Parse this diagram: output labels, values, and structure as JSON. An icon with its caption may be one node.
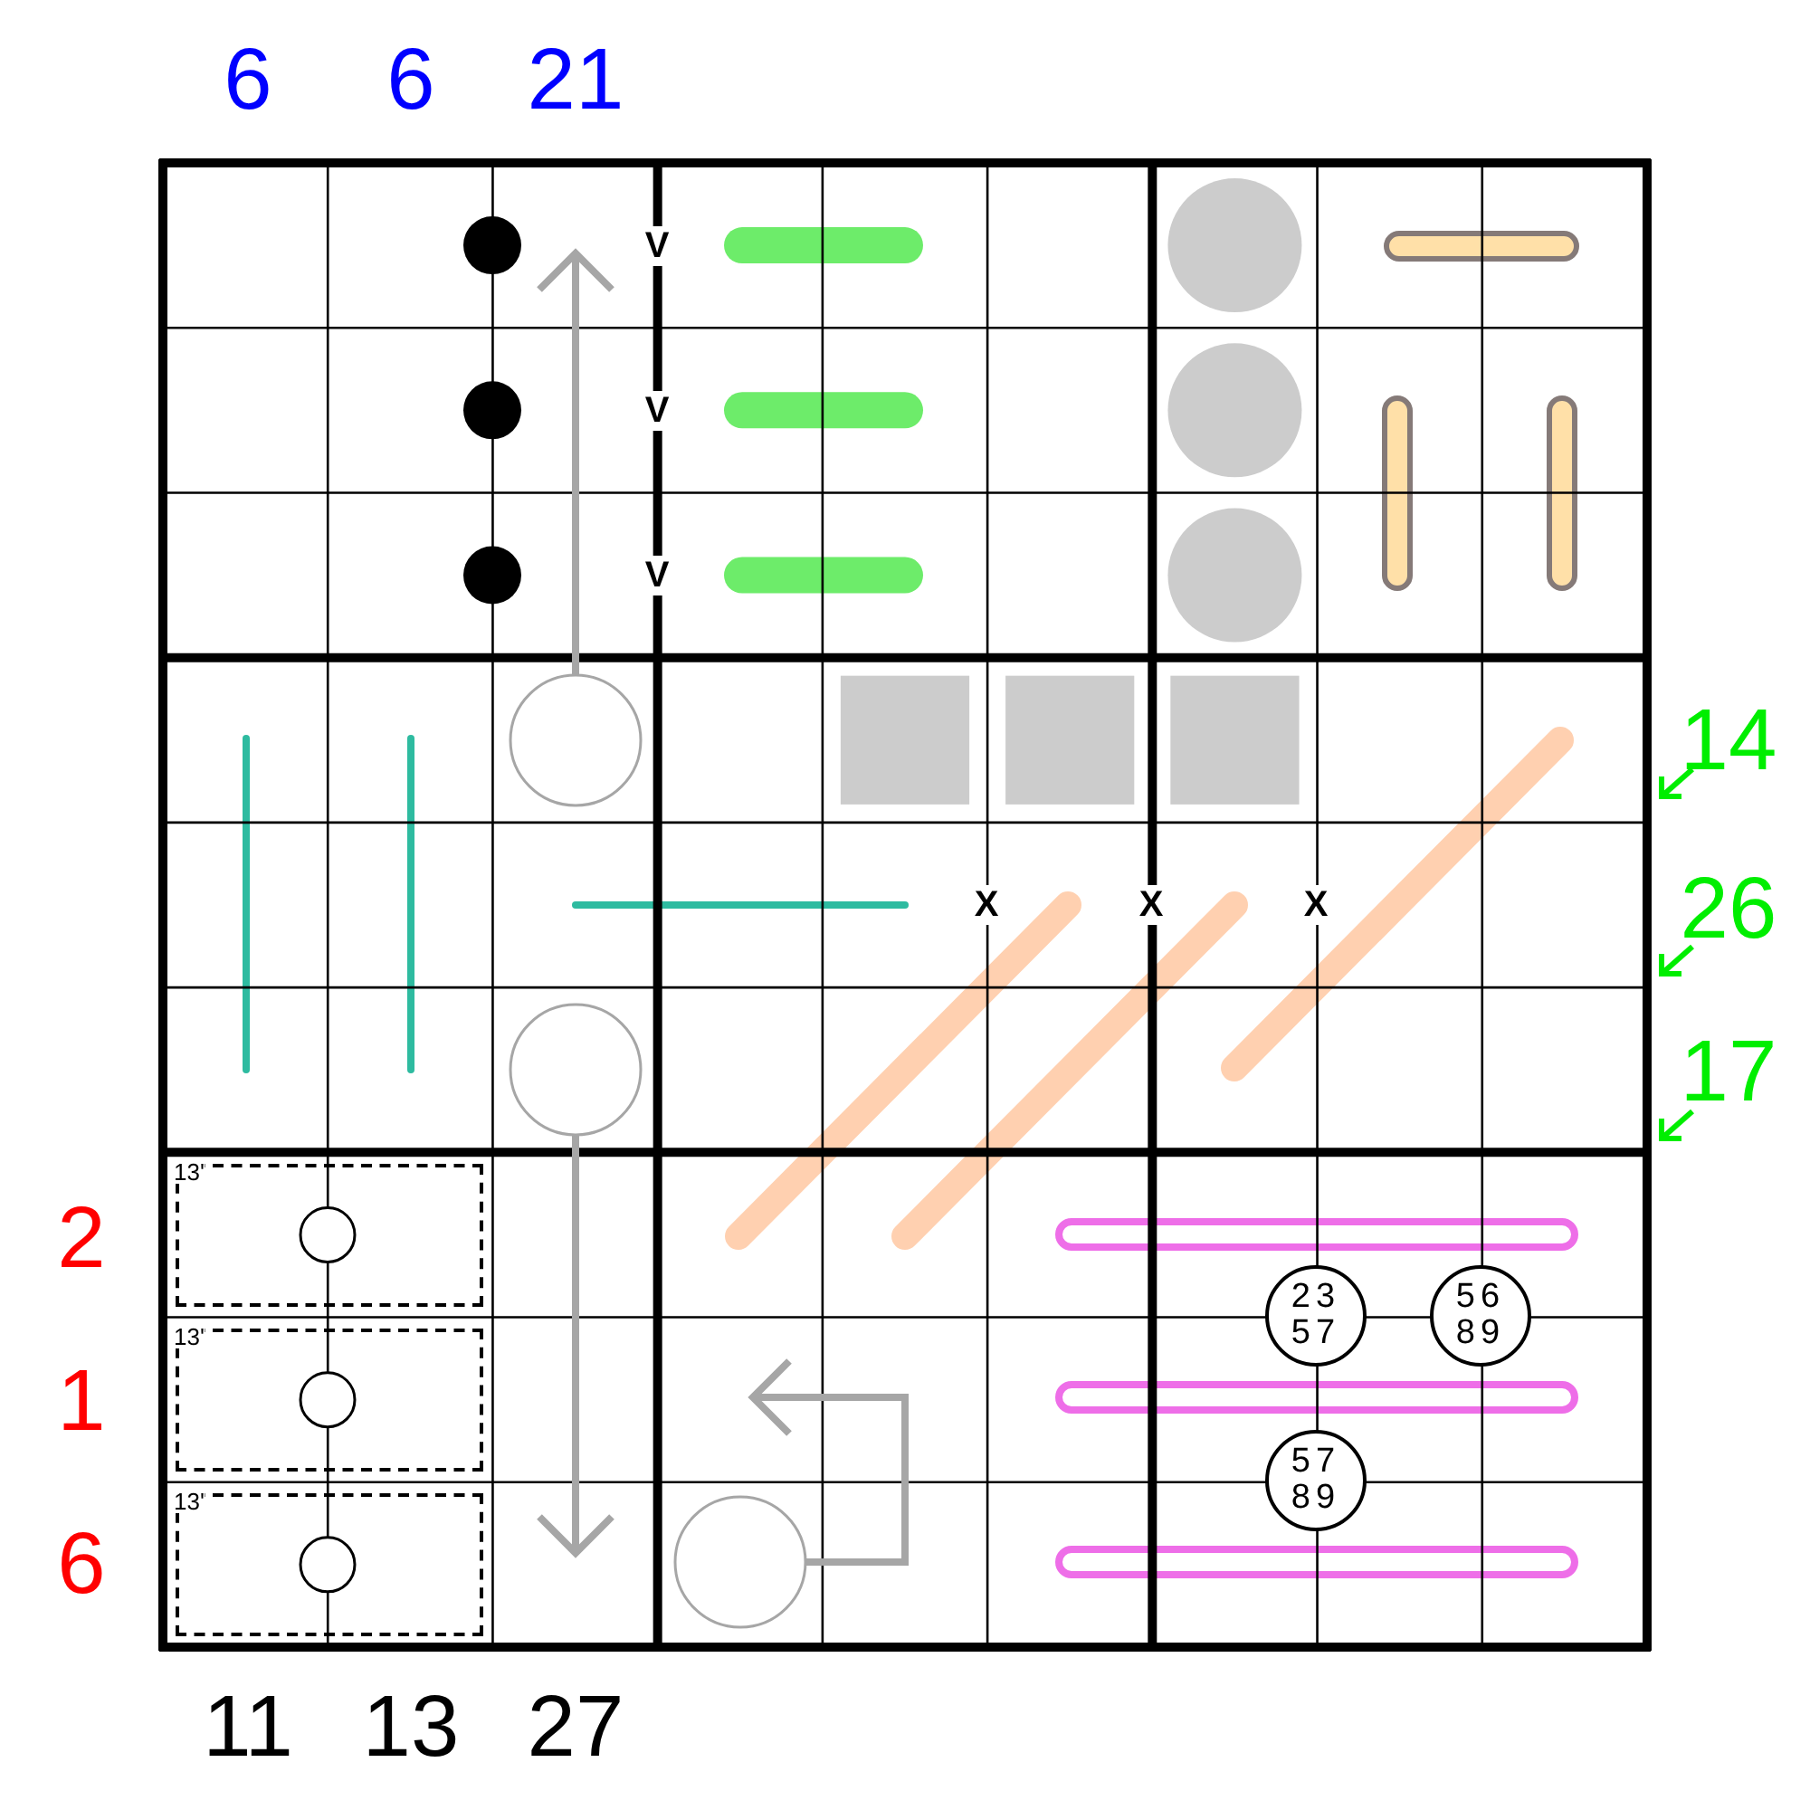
{
  "diagram": {
    "nodes": [
      {
        "text": [
          "13'"
        ]
      },
      {
        "text": [
          "23 57"
        ]
      },
      {
        "text": [
          "56 89"
        ]
      },
      {
        "text": [
          "13'"
        ]
      },
      {
        "text": [
          "57 89"
        ]
      },
      {
        "text": [
          "13'"
        ]
      }
    ],
    "labels": [
      "6",
      "6",
      "21",
      "V",
      "V",
      "V",
      "14",
      "X",
      "X",
      "X",
      "26",
      "17",
      "2",
      "1",
      "6",
      "11",
      "13",
      "27"
    ]
  }
}
